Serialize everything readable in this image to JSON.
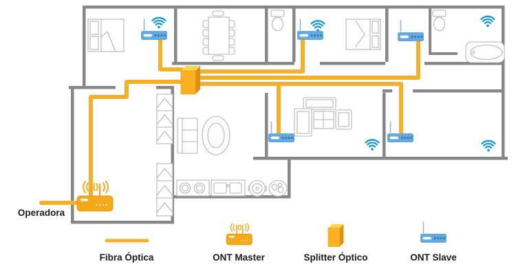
{
  "diagram": {
    "operator_label": "Operadora",
    "devices": {
      "ont_master": {
        "name": "ONT Master",
        "count": 1
      },
      "ont_slave": {
        "name": "ONT Slave",
        "count": 5
      },
      "splitter": {
        "name": "Splitter Óptico",
        "count": 1
      },
      "wifi_zones": 5
    },
    "colors": {
      "fiber": "#F5B02B",
      "wall": "#878787",
      "furniture": "#B3B3B3",
      "device_blue": "#64A9DE",
      "device_blue_dark": "#2E6FA3",
      "wifi_blue": "#1D9BD1",
      "splitter_front": "#FBB222",
      "splitter_top": "#FFD24E",
      "splitter_side": "#DD8F0F",
      "master_yellow": "#F4A91D",
      "label_text": "#1A1A1A"
    }
  },
  "legend": {
    "items": [
      {
        "id": "fiber",
        "icon": "fiber-line-icon",
        "label": "Fibra Óptica"
      },
      {
        "id": "ont-master",
        "icon": "ont-master-icon",
        "label": "ONT Master"
      },
      {
        "id": "splitter",
        "icon": "splitter-icon",
        "label": "Splitter Óptico"
      },
      {
        "id": "ont-slave",
        "icon": "ont-slave-icon",
        "label": "ONT Slave"
      }
    ]
  }
}
